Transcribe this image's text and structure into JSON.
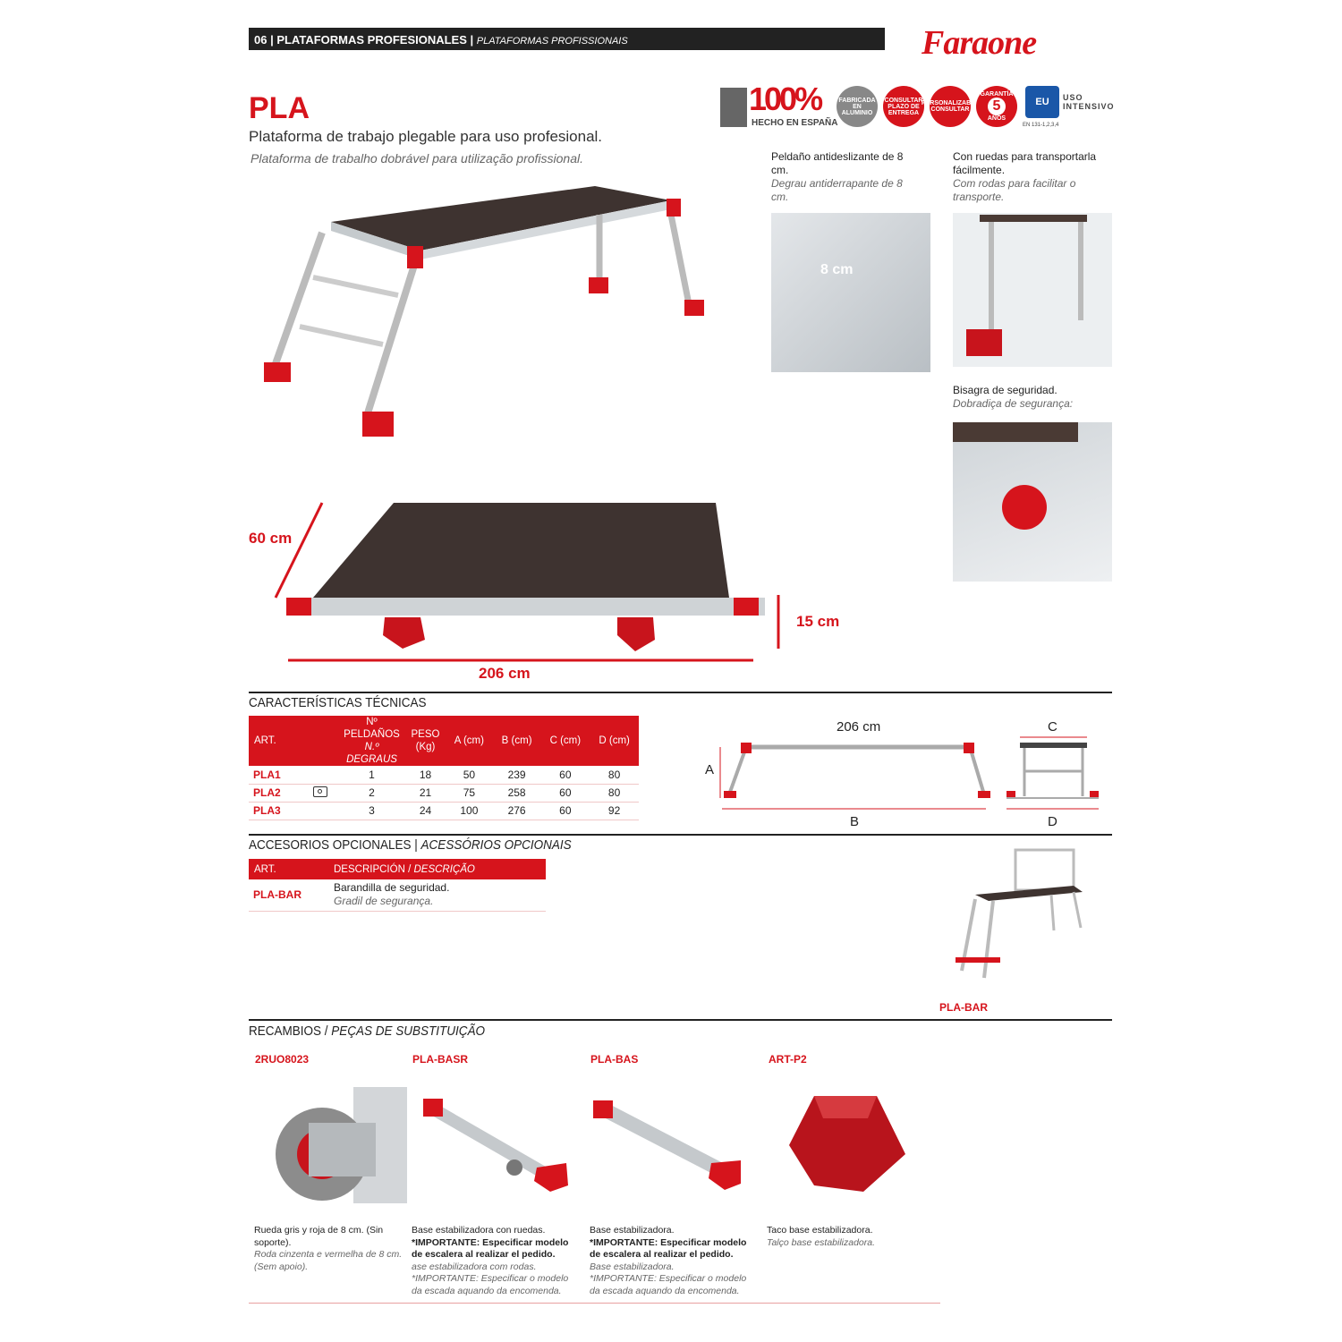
{
  "header": {
    "section": "06 | PLATAFORMAS PROFESIONALES |",
    "section_pt": "PLATAFORMAS PROFISSIONAIS",
    "brand": "Faraone"
  },
  "product": {
    "name": "PLA",
    "subtitle": "Plataforma de trabajo plegable para uso profesional.",
    "subtitle_pt": "Plataforma de trabalho dobrável para utilização profissional."
  },
  "badges": {
    "made_pct": "100%",
    "made_label": "HECHO EN ESPAÑA",
    "aluminio": "FABRICADA EN ALUMINIO",
    "consultar": "CONSULTAR PLAZO DE ENTREGA",
    "personalizable": "PERSONALIZABLE CONSULTAR",
    "garantia": "GARANTÍA",
    "garantia_years": "5",
    "garantia_unit": "AÑOS",
    "eu": "EU",
    "uso": "USO INTENSIVO",
    "norm": "EN 131-1,2,3,4"
  },
  "features": [
    {
      "es": "Peldaño antideslizante de 8 cm.",
      "pt": "Degrau antiderrapante de 8 cm.",
      "dim": "8 cm"
    },
    {
      "es": "Con ruedas para transportarla fácilmente.",
      "pt": "Com rodas para facilitar o transporte."
    },
    {
      "es": "Bisagra de seguridad.",
      "pt": "Dobradiça de segurança:"
    }
  ],
  "dimensions": {
    "width": "60 cm",
    "height": "15 cm",
    "length": "206 cm"
  },
  "specs": {
    "title": "CARACTERÍSTICAS TÉCNICAS",
    "headers": {
      "art": "ART.",
      "steps": "Nº PELDAÑOS",
      "steps_pt": "N.º DEGRAUS",
      "weight": "PESO (Kg)",
      "a": "A (cm)",
      "b": "B (cm)",
      "c": "C (cm)",
      "d": "D (cm)"
    },
    "rows": [
      {
        "art": "PLA1",
        "steps": "1",
        "weight": "18",
        "a": "50",
        "b": "239",
        "c": "60",
        "d": "80"
      },
      {
        "art": "PLA2",
        "steps": "2",
        "weight": "21",
        "a": "75",
        "b": "258",
        "c": "60",
        "d": "80"
      },
      {
        "art": "PLA3",
        "steps": "3",
        "weight": "24",
        "a": "100",
        "b": "276",
        "c": "60",
        "d": "92"
      }
    ]
  },
  "diagram": {
    "length": "206 cm",
    "a": "A",
    "b": "B",
    "c": "C",
    "d": "D"
  },
  "accessories": {
    "title": "ACCESORIOS OPCIONALES |",
    "title_pt": "ACESSÓRIOS OPCIONAIS",
    "h_art": "ART.",
    "h_desc": "DESCRIPCIÓN /",
    "h_desc_pt": "DESCRIÇÃO",
    "rows": [
      {
        "art": "PLA-BAR",
        "es": "Barandilla de seguridad.",
        "pt": "Gradil de segurança."
      }
    ],
    "image_label": "PLA-BAR"
  },
  "spares": {
    "title": "RECAMBIOS /",
    "title_pt": "PEÇAS DE SUBSTITUIÇÃO",
    "items": [
      {
        "code": "2RUO8023",
        "es": "Rueda gris y roja de 8 cm. (Sin soporte).",
        "bold": "",
        "pt": "Roda cinzenta e vermelha de 8 cm. (Sem apoio).",
        "pt2": ""
      },
      {
        "code": "PLA-BASR",
        "es": "Base estabilizadora con ruedas.",
        "bold": "*IMPORTANTE: Especificar modelo de escalera al realizar el pedido.",
        "pt": "ase estabilizadora com rodas.",
        "pt2": "*IMPORTANTE: Especificar o modelo da escada aquando da encomenda."
      },
      {
        "code": "PLA-BAS",
        "es": "Base estabilizadora.",
        "bold": "*IMPORTANTE: Especificar modelo de escalera al realizar el pedido.",
        "pt": "Base estabilizadora.",
        "pt2": "*IMPORTANTE: Especificar o modelo da escada aquando da encomenda."
      },
      {
        "code": "ART-P2",
        "es": "Taco base estabilizadora.",
        "bold": "",
        "pt": "Talço base estabilizadora.",
        "pt2": ""
      }
    ]
  }
}
